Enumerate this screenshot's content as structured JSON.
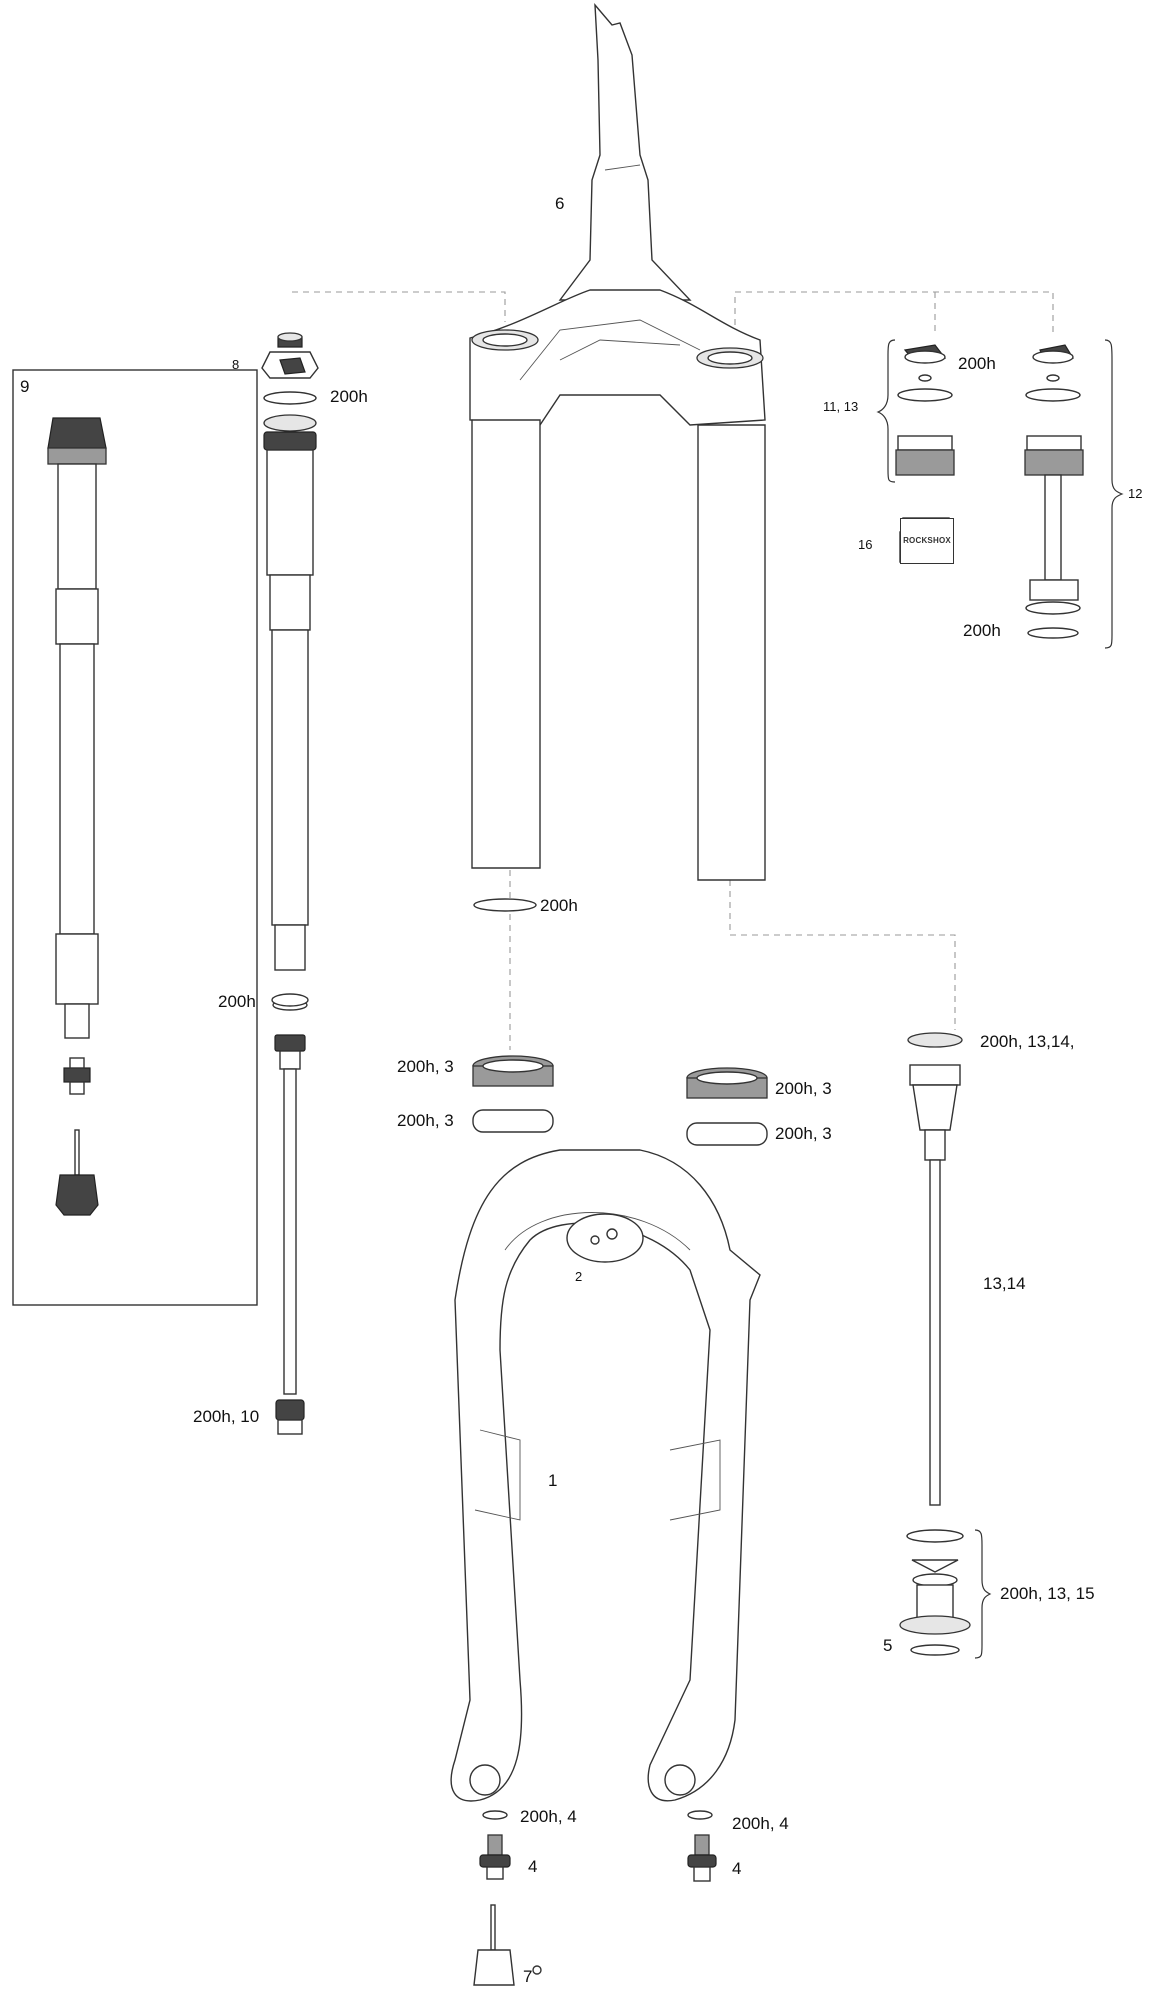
{
  "labels": {
    "l6": "6",
    "l8": "8",
    "l9": "9",
    "l200h_top": "200h",
    "l200h_r": "200h",
    "l11_13": "11, 13",
    "l12": "12",
    "l16": "16",
    "l200h_r2": "200h",
    "l200h_mid": "200h",
    "l200h_left": "200h",
    "l200h_3a": "200h, 3",
    "l200h_3b": "200h, 3",
    "l200h_3c": "200h, 3",
    "l200h_3d": "200h, 3",
    "l200h_13_14": "200h, 13,14,",
    "l2": "2",
    "l13_14": "13,14",
    "l200h_10": "200h, 10",
    "l1": "1",
    "l200h_13_15": "200h, 13, 15",
    "l5": "5",
    "l200h_4a": "200h, 4",
    "l200h_4b": "200h, 4",
    "l4a": "4",
    "l4b": "4",
    "l7": "7"
  },
  "icons": {
    "rockshox_logo_text": "ROCKSHOX"
  }
}
